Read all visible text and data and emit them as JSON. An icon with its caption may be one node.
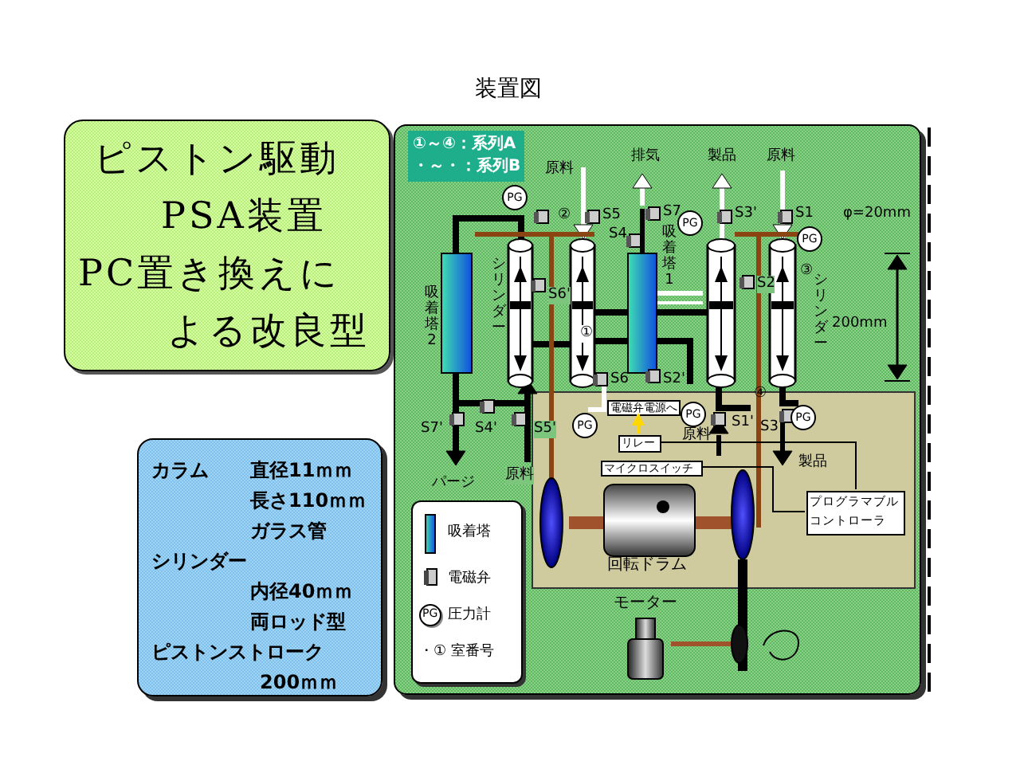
{
  "diagram": {
    "title": "装置図",
    "nodes": [
      {
        "text": [
          "ピストン駆動",
          "PSA装置",
          "PC置き換えに",
          "よる改良型"
        ]
      },
      {
        "text": [
          "カラム",
          "直径11ｍｍ",
          "長さ110ｍｍ",
          "ガラス管",
          "シリンダー",
          "内径40ｍｍ",
          "両ロッド型",
          "ピストンストローク",
          "200ｍｍ"
        ]
      },
      {
        "text": [],
        "shape": "box"
      },
      {
        "text": [
          "①～④：系列A",
          "・～・：系列B"
        ],
        "in": 2
      },
      {
        "text": [
          "リレー"
        ],
        "in": 2
      },
      {
        "text": [
          "マイクロスイッチ"
        ],
        "in": 2
      },
      {
        "text": [
          "プログラマブルコントローラ"
        ],
        "in": 2
      },
      {
        "text": [
          "電磁弁電源へ"
        ],
        "in": 2
      },
      {
        "text": [
          "回転ドラム"
        ],
        "in": 2
      },
      {
        "text": [
          "モーター"
        ],
        "in": 2
      },
      {
        "text": [
          "PG"
        ],
        "in": 2
      },
      {
        "text": [
          "PG"
        ],
        "in": 2
      },
      {
        "text": [
          "PG"
        ],
        "in": 2
      },
      {
        "text": [
          "PG"
        ],
        "in": 2
      },
      {
        "text": [
          "PG"
        ],
        "in": 2
      },
      {
        "text": [
          "PG"
        ],
        "in": 2
      }
    ],
    "edges": [
      {
        "from": 4,
        "to": 7,
        "arrow": "to",
        "color": "#ffd700"
      },
      {
        "from": 4,
        "to": 6,
        "arrow": "none"
      },
      {
        "from": 5,
        "to": 6,
        "arrow": "none"
      }
    ],
    "labels": [
      "原料",
      "排気",
      "製品",
      "原料",
      "②",
      "S5",
      "S7",
      "S3'",
      "S1",
      "φ=20mm",
      "S4",
      "③",
      "S6'",
      "S2",
      "吸着塔2",
      "シリンダー",
      "吸着塔1",
      "シリンダー",
      "200mm",
      "①",
      "S6",
      "S2'",
      "④",
      "S7'",
      "S4'",
      "S5'",
      "S1'",
      "S3",
      "原料",
      "製品",
      "パージ",
      "原料",
      "PG"
    ],
    "legend": [
      {
        "text": "吸着塔"
      },
      {
        "text": "電磁弁"
      },
      {
        "text": "圧力計"
      },
      {
        "text": "・① 室番号"
      }
    ]
  }
}
